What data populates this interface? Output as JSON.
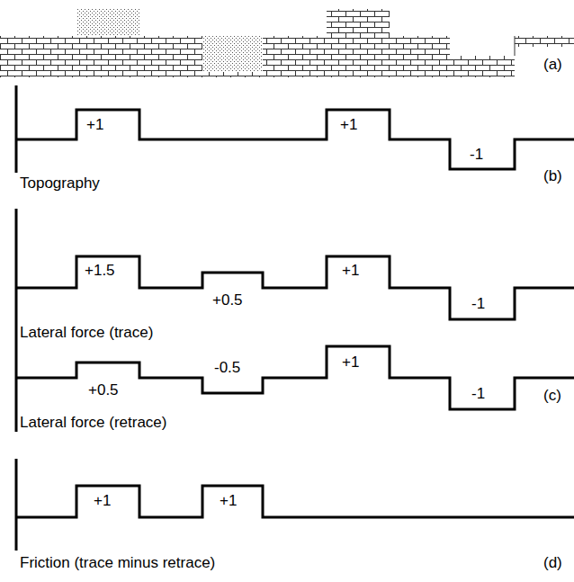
{
  "diagram": {
    "labels": [
      "(a)",
      "+1",
      "+1",
      "-1",
      "Topography",
      "(b)",
      "+1.5",
      "+0.5",
      "+1",
      "-1",
      "Lateral force (trace)",
      "+0.5",
      "-0.5",
      "+1",
      "-1",
      "Lateral force (retrace)",
      "(c)",
      "+1",
      "+1",
      "Friction (trace minus retrace)",
      "(d)"
    ]
  }
}
